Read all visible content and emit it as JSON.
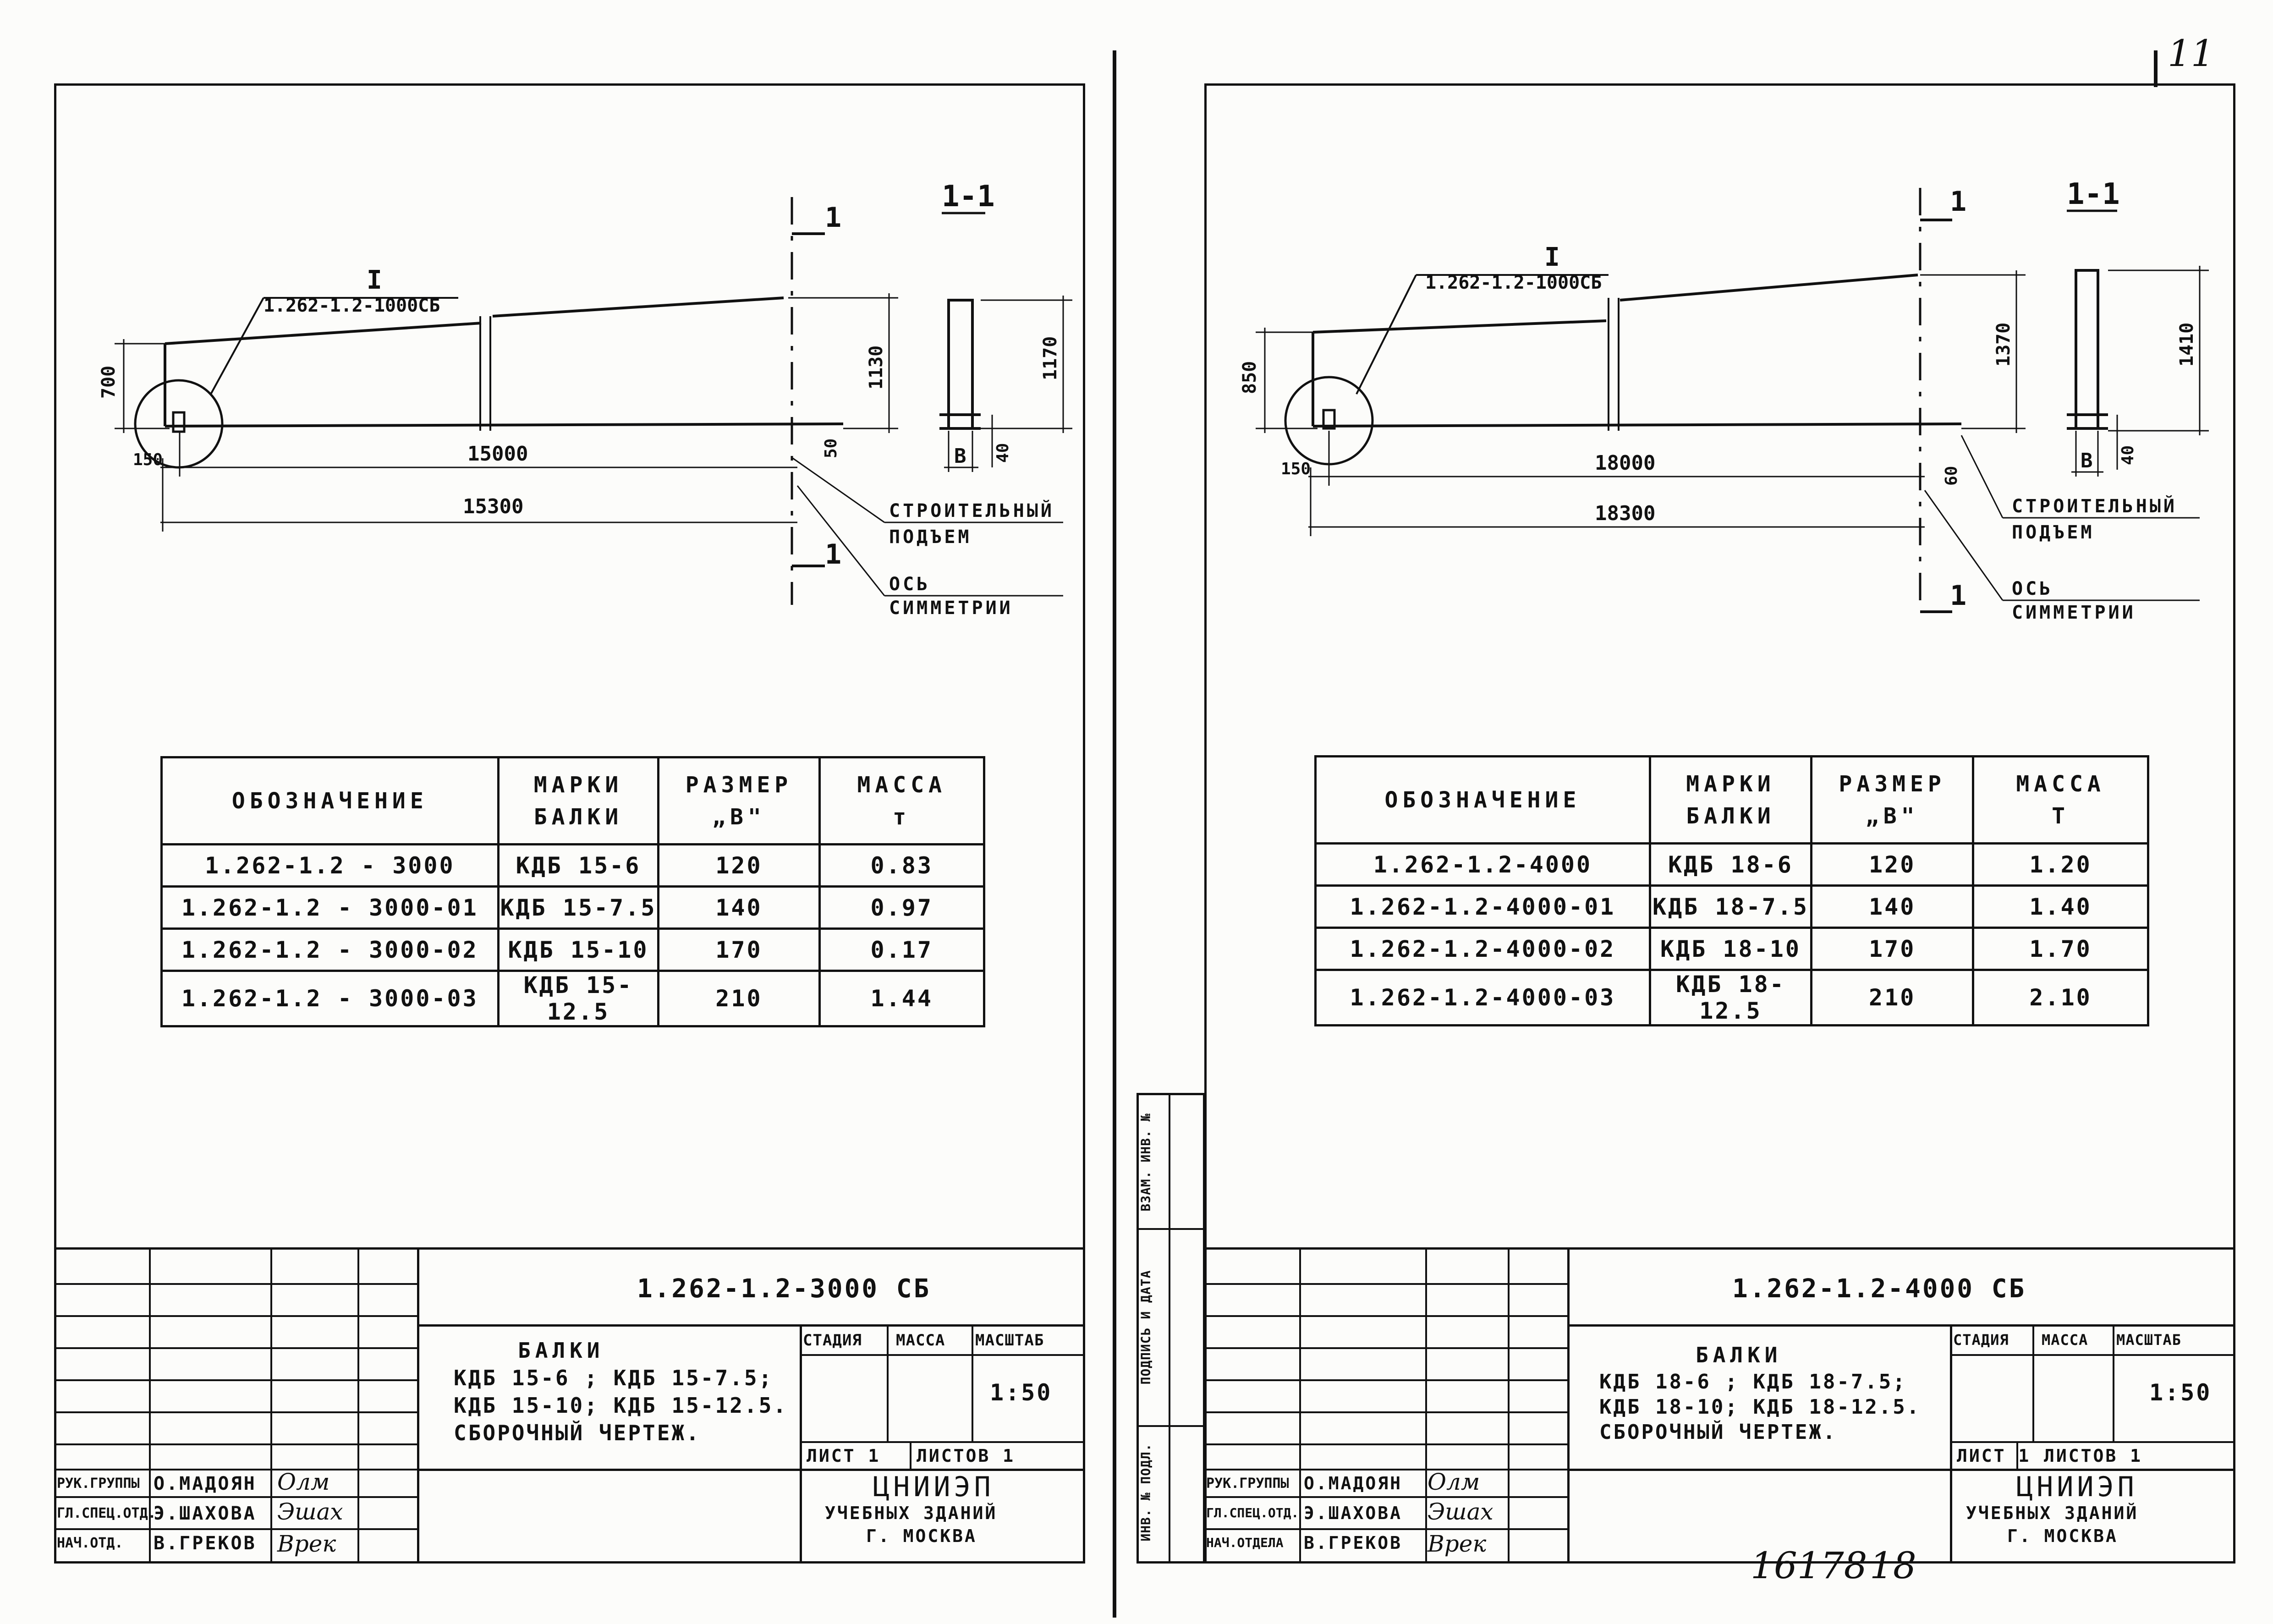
{
  "page_number": "11",
  "archive_number": "16178",
  "archive_page": "18",
  "left": {
    "callout_node": "I",
    "callout_ref": "1.262-1.2-1000СБ",
    "section_mark": "1",
    "section_title": "1-1",
    "dim_height_end": "700",
    "dim_height_mid": "1130",
    "dim_section_height": "1170",
    "dim_offset": "150",
    "dim_span": "15000",
    "dim_total": "15300",
    "dim_lift": "50",
    "dim_flange": "40",
    "section_b_label": "B",
    "label_lift": [
      "СТРОИТЕЛЬНЫЙ",
      "ПОДЪЕМ"
    ],
    "label_axis": [
      "ОСЬ",
      "СИММЕТРИИ"
    ],
    "table_headers": [
      [
        "ОБОЗНАЧЕНИЕ"
      ],
      [
        "МАРКИ",
        "БАЛКИ"
      ],
      [
        "РАЗМЕР",
        "„В\""
      ],
      [
        "МАССА",
        "т"
      ]
    ],
    "table_rows": [
      [
        "1.262-1.2 - 3000",
        "КДБ 15-6",
        "120",
        "0.83"
      ],
      [
        "1.262-1.2 - 3000-01",
        "КДБ 15-7.5",
        "140",
        "0.97"
      ],
      [
        "1.262-1.2 - 3000-02",
        "КДБ 15-10",
        "170",
        "0.17"
      ],
      [
        "1.262-1.2 - 3000-03",
        "КДБ 15-12.5",
        "210",
        "1.44"
      ]
    ],
    "title_code": "1.262-1.2-3000 СБ",
    "title_desc": [
      "БАЛКИ",
      "КДБ 15-6 ; КДБ 15-7.5;",
      "КДБ 15-10; КДБ 15-12.5.",
      "СБОРОЧНЫЙ ЧЕРТЕЖ."
    ],
    "stage_label": "СТАДИЯ",
    "mass_label": "МАССА",
    "scale_label": "МАСШТАБ",
    "scale_value": "1:50",
    "sheet_label": "ЛИСТ 1",
    "sheets_label": "ЛИСТОВ 1",
    "org": [
      "ЦНИИЭП",
      "УЧЕБНЫХ ЗДАНИЙ",
      "Г. МОСКВА"
    ],
    "staff": [
      {
        "role": "РУК.ГРУППЫ",
        "name": "О.МАДОЯН",
        "signature": "Олм"
      },
      {
        "role": "ГЛ.СПЕЦ.ОТД.",
        "name": "Э.ШАХОВА",
        "signature": "Эшах"
      },
      {
        "role": "НАЧ.ОТД.",
        "name": "В.ГРЕКОВ",
        "signature": "Врек"
      }
    ]
  },
  "right": {
    "callout_node": "I",
    "callout_ref": "1.262-1.2-1000СБ",
    "section_mark": "1",
    "section_title": "1-1",
    "dim_height_end": "850",
    "dim_height_mid": "1370",
    "dim_section_height": "1410",
    "dim_offset": "150",
    "dim_span": "18000",
    "dim_total": "18300",
    "dim_lift": "60",
    "dim_flange": "40",
    "section_b_label": "B",
    "label_lift": [
      "СТРОИТЕЛЬНЫЙ",
      "ПОДЪЕМ"
    ],
    "label_axis": [
      "ОСЬ",
      "СИММЕТРИИ"
    ],
    "table_headers": [
      [
        "ОБОЗНАЧЕНИЕ"
      ],
      [
        "МАРКИ",
        "БАЛКИ"
      ],
      [
        "РАЗМЕР",
        "„В\""
      ],
      [
        "МАССА",
        "Т"
      ]
    ],
    "table_rows": [
      [
        "1.262-1.2-4000",
        "КДБ 18-6",
        "120",
        "1.20"
      ],
      [
        "1.262-1.2-4000-01",
        "КДБ 18-7.5",
        "140",
        "1.40"
      ],
      [
        "1.262-1.2-4000-02",
        "КДБ 18-10",
        "170",
        "1.70"
      ],
      [
        "1.262-1.2-4000-03",
        "КДБ 18-12.5",
        "210",
        "2.10"
      ]
    ],
    "title_code": "1.262-1.2-4000 СБ",
    "title_desc": [
      "БАЛКИ",
      "КДБ 18-6 ; КДБ 18-7.5;",
      "КДБ 18-10; КДБ 18-12.5.",
      "СБОРОЧНЫЙ ЧЕРТЕЖ."
    ],
    "stage_label": "СТАДИЯ",
    "mass_label": "МАССА",
    "scale_label": "МАСШТАБ",
    "scale_value": "1:50",
    "sheet_label": "ЛИСТ 1",
    "sheets_label": "ЛИСТОВ 1",
    "org": [
      "ЦНИИЭП",
      "УЧЕБНЫХ ЗДАНИЙ",
      "Г. МОСКВА"
    ],
    "staff": [
      {
        "role": "РУК.ГРУППЫ",
        "name": "О.МАДОЯН",
        "signature": "Олм"
      },
      {
        "role": "ГЛ.СПЕЦ.ОТД.",
        "name": "Э.ШАХОВА",
        "signature": "Эшах"
      },
      {
        "role": "НАЧ.ОТДЕЛА",
        "name": "В.ГРЕКОВ",
        "signature": "Врек"
      }
    ],
    "side_stamp": [
      "ИНВ. № ПОДЛ.",
      "ПОДПИСЬ И ДАТА",
      "ВЗАМ. ИНВ. №"
    ]
  }
}
